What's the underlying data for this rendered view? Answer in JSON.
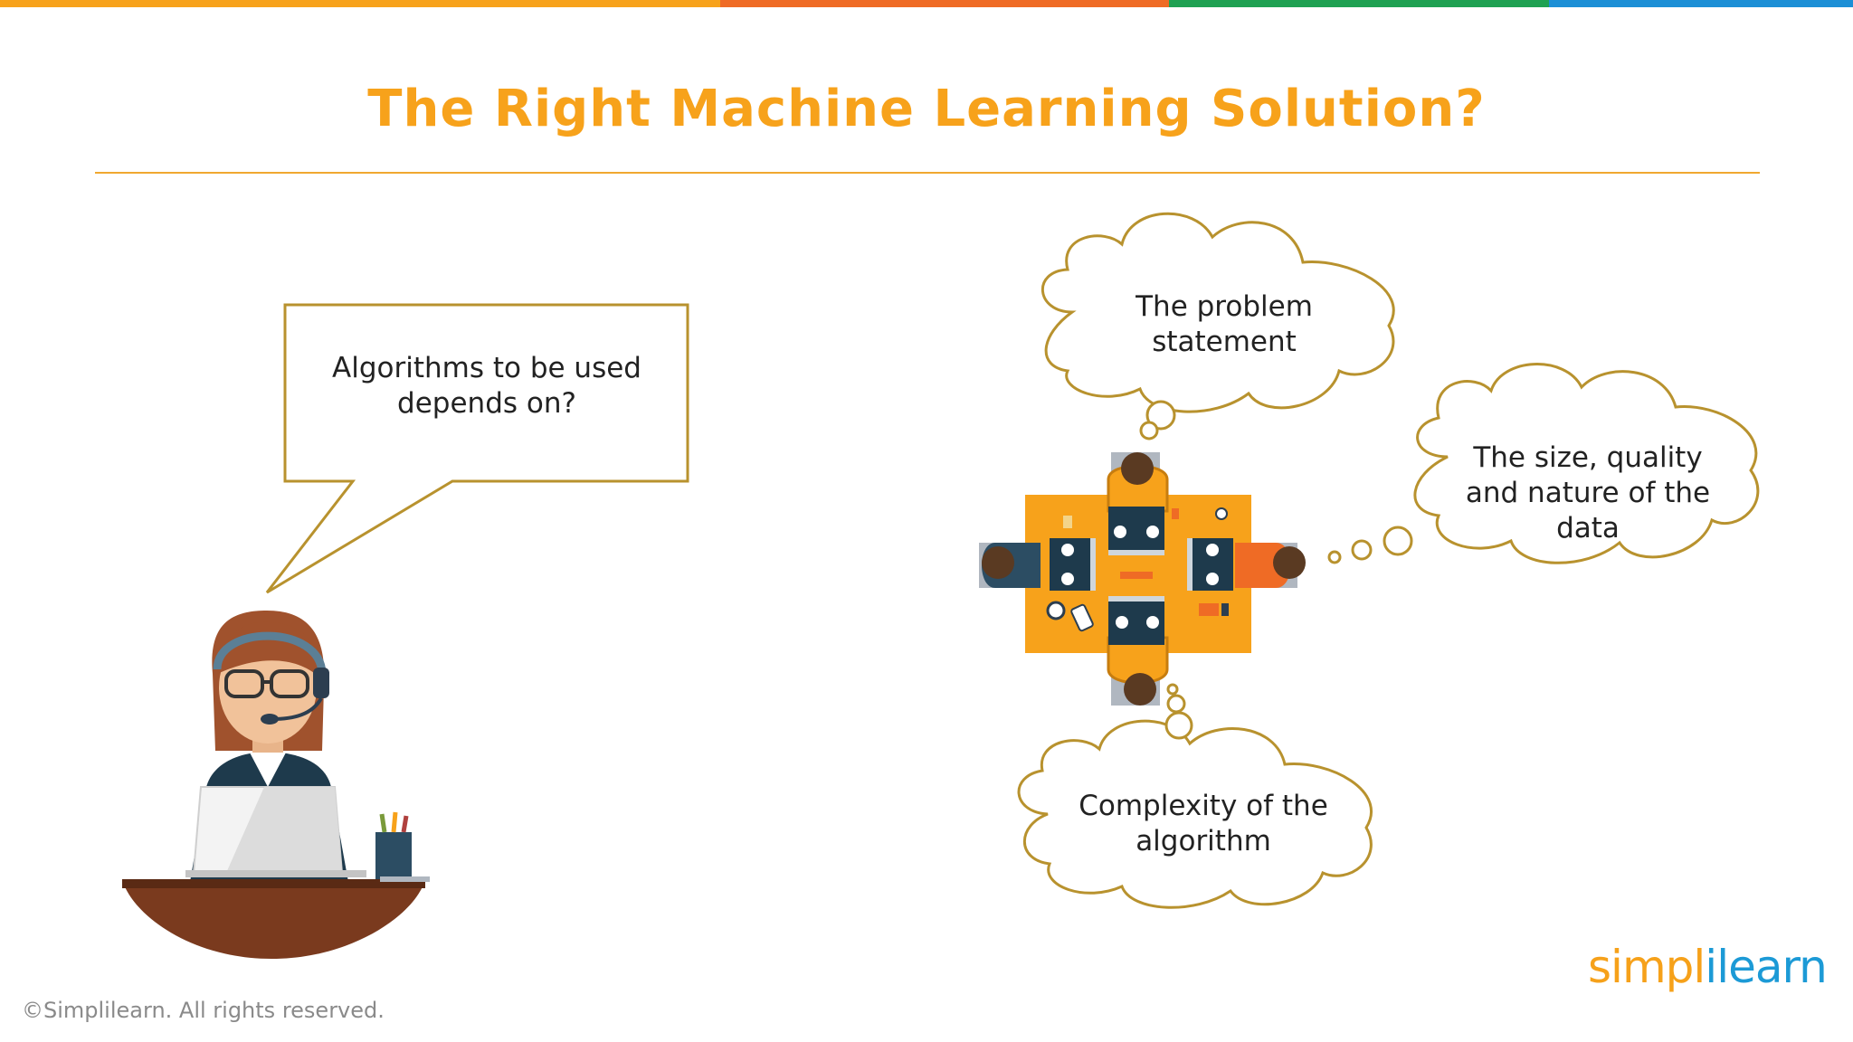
{
  "slide": {
    "title": "The Right Machine Learning Solution?",
    "speech_bubble_text": "Algorithms to be used depends on?",
    "thought_bubbles": [
      {
        "text": "The problem statement"
      },
      {
        "text": "The size, quality and nature of the data"
      },
      {
        "text": "Complexity of the algorithm"
      }
    ]
  },
  "footer": {
    "copyright": "©Simplilearn. All rights reserved.",
    "logo_part1": "simpl",
    "logo_part2": "i",
    "logo_part3": "learn"
  },
  "colors": {
    "title": "#f7a21b",
    "rule": "#f0a830",
    "bubble_outline": "#b8922e",
    "logo_orange": "#f6a11a",
    "logo_blue": "#1c9ad6",
    "table": "#f7a21b",
    "topbar_1": "#f7a21b",
    "topbar_2": "#ef6b25",
    "topbar_3": "#1fa152",
    "topbar_4": "#1c8fd6"
  },
  "icons": [
    "woman-with-headset-illustration",
    "team-at-table-illustration",
    "simplilearn-logo"
  ]
}
